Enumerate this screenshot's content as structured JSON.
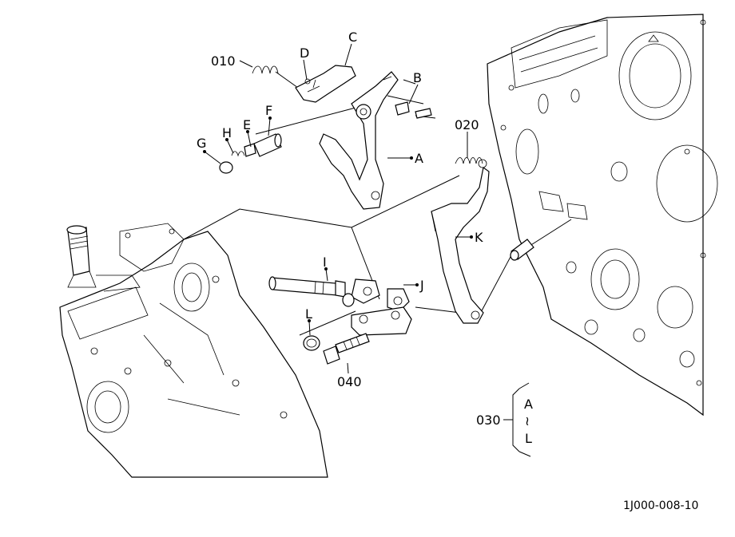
{
  "diagram": {
    "drawing_code": "1J000-008-10",
    "callouts": {
      "c010": "010",
      "c020": "020",
      "c030": "030",
      "c040": "040",
      "A": "A",
      "B": "B",
      "C": "C",
      "D": "D",
      "E": "E",
      "F": "F",
      "G": "G",
      "H": "H",
      "I": "I",
      "J": "J",
      "K": "K",
      "L": "L"
    },
    "range_group": {
      "from": "A",
      "tilde": "≀",
      "to": "L"
    }
  }
}
